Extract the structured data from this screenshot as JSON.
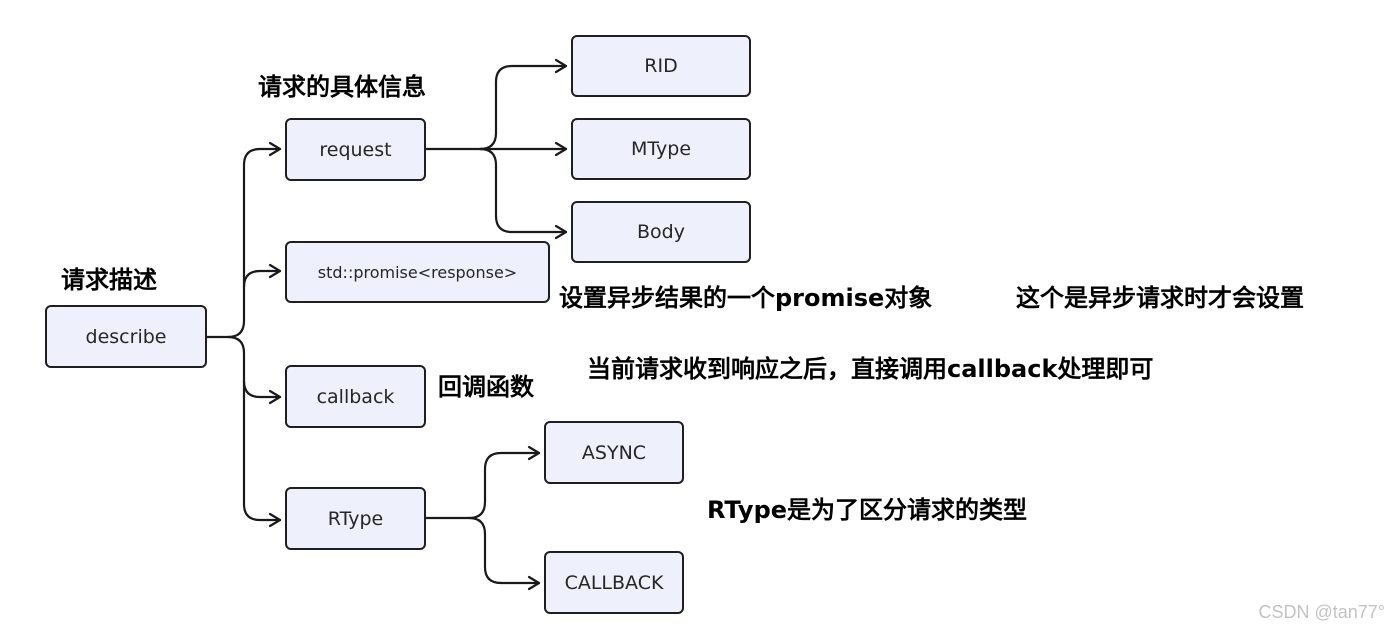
{
  "nodes": {
    "describe": "describe",
    "request": "request",
    "promise": "std::promise<response>",
    "callback": "callback",
    "rtype": "RType",
    "rid": "RID",
    "mtype": "MType",
    "body": "Body",
    "async": "ASYNC",
    "callback_type": "CALLBACK"
  },
  "notes": {
    "describe_title": "请求描述",
    "request_detail": "请求的具体信息",
    "promise_note": "设置异步结果的一个promise对象",
    "async_note": "这个是异步请求时才会设置",
    "callback_func": "回调函数",
    "callback_note": "当前请求收到响应之后，直接调用callback处理即可",
    "rtype_note": "RType是为了区分请求的类型"
  },
  "watermark": "CSDN @tan77°",
  "colors": {
    "node_fill": "#eef1fb",
    "border": "#1f1f1f",
    "watermark": "#c3c3c3"
  }
}
